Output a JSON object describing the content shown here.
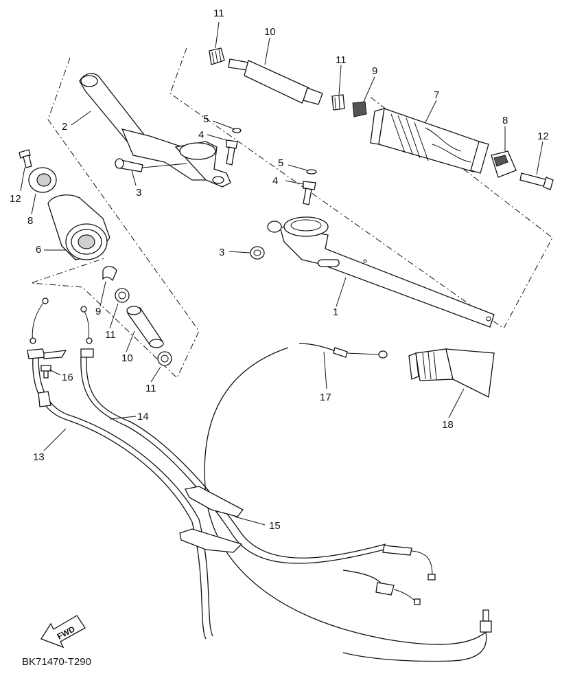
{
  "diagram_code": "BK71470-T290",
  "fwd_label": "FWD",
  "callouts": [
    {
      "id": "c-11a",
      "text": "11"
    },
    {
      "id": "c-10a",
      "text": "10"
    },
    {
      "id": "c-11b",
      "text": "11"
    },
    {
      "id": "c-9a",
      "text": "9"
    },
    {
      "id": "c-7",
      "text": "7"
    },
    {
      "id": "c-8a",
      "text": "8"
    },
    {
      "id": "c-12a",
      "text": "12"
    },
    {
      "id": "c-5a",
      "text": "5"
    },
    {
      "id": "c-4a",
      "text": "4"
    },
    {
      "id": "c-2",
      "text": "2"
    },
    {
      "id": "c-3a",
      "text": "3"
    },
    {
      "id": "c-5b",
      "text": "5"
    },
    {
      "id": "c-4b",
      "text": "4"
    },
    {
      "id": "c-3b",
      "text": "3"
    },
    {
      "id": "c-1",
      "text": "1"
    },
    {
      "id": "c-12b",
      "text": "12"
    },
    {
      "id": "c-8b",
      "text": "8"
    },
    {
      "id": "c-6",
      "text": "6"
    },
    {
      "id": "c-9b",
      "text": "9"
    },
    {
      "id": "c-11c",
      "text": "11"
    },
    {
      "id": "c-10b",
      "text": "10"
    },
    {
      "id": "c-11d",
      "text": "11"
    },
    {
      "id": "c-16",
      "text": "16"
    },
    {
      "id": "c-14",
      "text": "14"
    },
    {
      "id": "c-13",
      "text": "13"
    },
    {
      "id": "c-17",
      "text": "17"
    },
    {
      "id": "c-18",
      "text": "18"
    },
    {
      "id": "c-15",
      "text": "15"
    }
  ]
}
